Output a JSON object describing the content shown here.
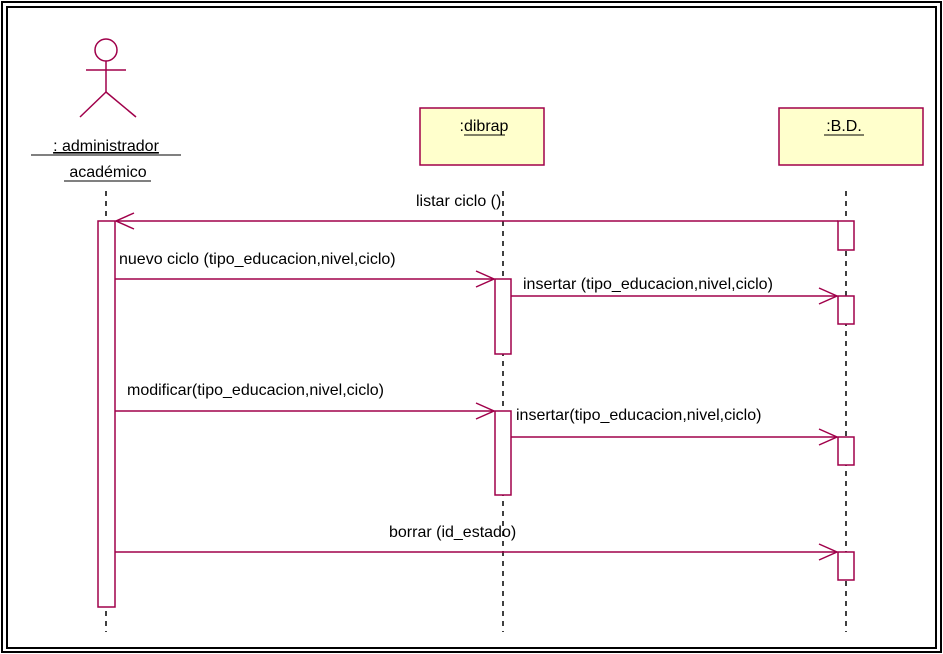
{
  "colors": {
    "line": "#a0004a",
    "box_fill": "#ffffcc",
    "text": "#000000",
    "frame": "#000000"
  },
  "actor": {
    "icon": "stick-figure-icon",
    "name_line1": ": administrador",
    "name_line2": "académico"
  },
  "objects": [
    {
      "id": "dibrap",
      "label": ":dibrap"
    },
    {
      "id": "bd",
      "label": ":B.D."
    }
  ],
  "messages": [
    {
      "label": "listar ciclo ()",
      "from": "bd",
      "to": "actor"
    },
    {
      "label": "nuevo ciclo (tipo_educacion,nivel,ciclo)",
      "from": "actor",
      "to": "dibrap"
    },
    {
      "label": "insertar (tipo_educacion,nivel,ciclo)",
      "from": "dibrap",
      "to": "bd"
    },
    {
      "label": "modificar(tipo_educacion,nivel,ciclo)",
      "from": "actor",
      "to": "dibrap"
    },
    {
      "label": "insertar(tipo_educacion,nivel,ciclo)",
      "from": "dibrap",
      "to": "bd"
    },
    {
      "label": "borrar (id_estado)",
      "from": "actor",
      "to": "bd"
    }
  ]
}
